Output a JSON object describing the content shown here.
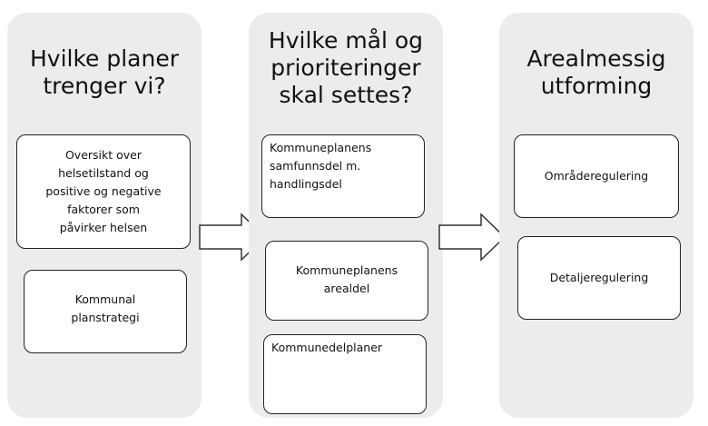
{
  "columns": [
    {
      "title": "Hvilke planer\ntrenger vi?",
      "boxes": [
        "Oversikt over\nhelsetilstand og\npositive og negative\nfaktorer som\npåvirker helsen",
        "Kommunal\nplanstrategi"
      ]
    },
    {
      "title": "Hvilke mål og\nprioriteringer\nskal settes?",
      "boxes": [
        "Kommuneplanens\nsamfunnsdel m.\nhandlingsdel",
        "Kommuneplanens\narealdel",
        "Kommunedelplaner"
      ]
    },
    {
      "title": "Arealmessig\nutforming",
      "boxes": [
        "Områderegulering",
        "Detaljeregulering"
      ]
    }
  ],
  "arrows": [
    "arrow-right-icon",
    "arrow-right-icon"
  ],
  "colors": {
    "column_bg": "#ececec",
    "box_bg": "#ffffff",
    "border": "#222222",
    "text": "#111111"
  }
}
